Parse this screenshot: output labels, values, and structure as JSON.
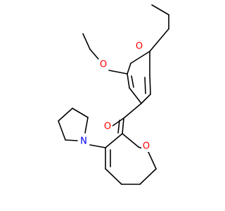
{
  "molecule": {
    "atoms": {
      "o_ethoxy_top": {
        "label": "O",
        "color": "#ff0000"
      },
      "o_ethoxy_left": {
        "label": "O",
        "color": "#ff0000"
      },
      "o_ketone": {
        "label": "O",
        "color": "#ff0000"
      },
      "o_ring": {
        "label": "O",
        "color": "#ff0000"
      },
      "n_pyrrolidine": {
        "label": "N",
        "color": "#0000ff"
      }
    }
  }
}
